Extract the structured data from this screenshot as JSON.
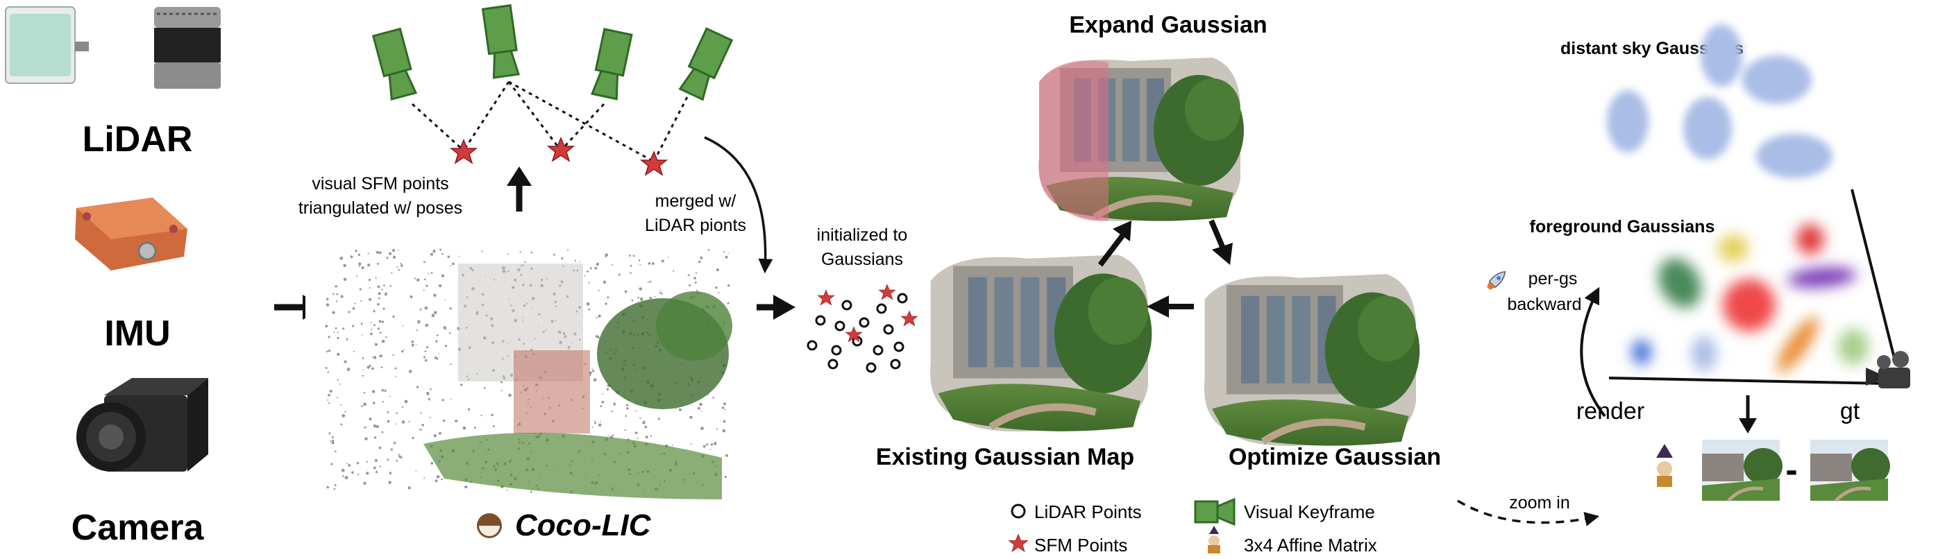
{
  "sensors": {
    "lidar": "LiDAR",
    "imu": "IMU",
    "camera": "Camera"
  },
  "sfm": {
    "caption_line1": "visual SFM points",
    "caption_line2": "triangulated w/ poses",
    "merged_line1": "merged w/",
    "merged_line2": "LiDAR pionts"
  },
  "coco": {
    "label": "Coco-LIC"
  },
  "init": {
    "line1": "initialized to",
    "line2": "Gaussians"
  },
  "stages": {
    "expand": "Expand Gaussian",
    "existing": "Existing Gaussian Map",
    "optimize": "Optimize Gaussian"
  },
  "legend": {
    "lidar_points": "LiDAR Points",
    "sfm_points": "SFM Points",
    "visual_keyframe": "Visual Keyframe",
    "affine": "3x4 Affine Matrix"
  },
  "zoom": {
    "label": "zoom in"
  },
  "render_panel": {
    "sky_title": "distant sky Gaussians",
    "fg_title": "foreground Gaussians",
    "pergs_line1": "per-gs",
    "pergs_line2": "backward",
    "render": "render",
    "gt": "gt",
    "minus": "-"
  },
  "colors": {
    "keyframe_green": "#5e9e4a",
    "keyframe_dark": "#2f6a25",
    "star_red": "#d23b3b",
    "sky_blue": "#a9bde6",
    "expand_pink": "#e06d86"
  }
}
